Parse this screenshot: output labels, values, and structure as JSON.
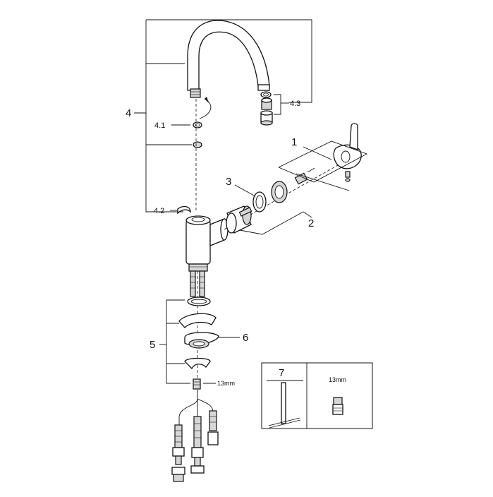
{
  "diagram": {
    "callouts": {
      "c1": "1",
      "c2": "2",
      "c3": "3",
      "c4": "4",
      "c4_1": "4.1",
      "c4_2": "4.2",
      "c4_3": "4.3",
      "c5": "5",
      "c6": "6",
      "c7": "7"
    },
    "wrench_size_label": "13mm",
    "inset_wrench_size_label": "13mm"
  },
  "colors": {
    "line": "#111111",
    "fill": "#ffffff",
    "shade": "#d6d6d6"
  }
}
